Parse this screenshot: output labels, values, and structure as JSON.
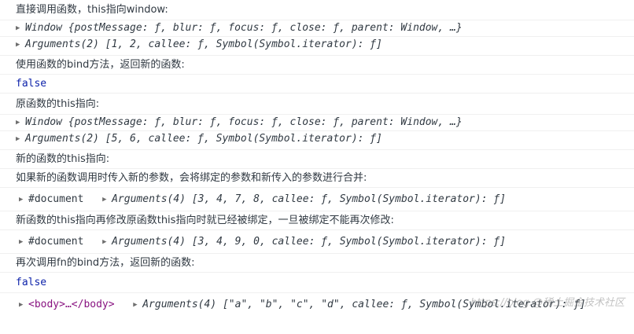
{
  "logs": {
    "l1": "直接调用函数，this指向window:",
    "l2_obj": "Window {postMessage: ƒ, blur: ƒ, focus: ƒ, close: ƒ, parent: Window, …}",
    "l3_args": "Arguments(2) [1, 2, callee: ƒ, Symbol(Symbol.iterator): ƒ]",
    "l4": "使用函数的bind方法，返回新的函数:",
    "l5": "false",
    "l6": "原函数的this指向:",
    "l7_obj": "Window {postMessage: ƒ, blur: ƒ, focus: ƒ, close: ƒ, parent: Window, …}",
    "l8_args": "Arguments(2) [5, 6, callee: ƒ, Symbol(Symbol.iterator): ƒ]",
    "l9": "新的函数的this指向:",
    "l10": "如果新的函数调用时传入新的参数，会将绑定的参数和新传入的参数进行合并:",
    "l11_doc": "#document",
    "l11_args": "Arguments(4) [3, 4, 7, 8, callee: ƒ, Symbol(Symbol.iterator): ƒ]",
    "l12": "新函数的this指向再修改原函数this指向时就已经被绑定，一旦被绑定不能再次修改:",
    "l13_doc": "#document",
    "l13_args": "Arguments(4) [3, 4, 9, 0, callee: ƒ, Symbol(Symbol.iterator): ƒ]",
    "l14": "再次调用fn的bind方法，返回新的函数:",
    "l15": "false",
    "l16_body": "<body>…</body>",
    "l16_args": "Arguments(4) [\"a\", \"b\", \"c\", \"d\", callee: ƒ, Symbol(Symbol.iterator): ƒ]",
    "watermark": "https://blog.@稀土掘金技术社区"
  },
  "icons": {
    "expand": "triangle-right-icon"
  }
}
